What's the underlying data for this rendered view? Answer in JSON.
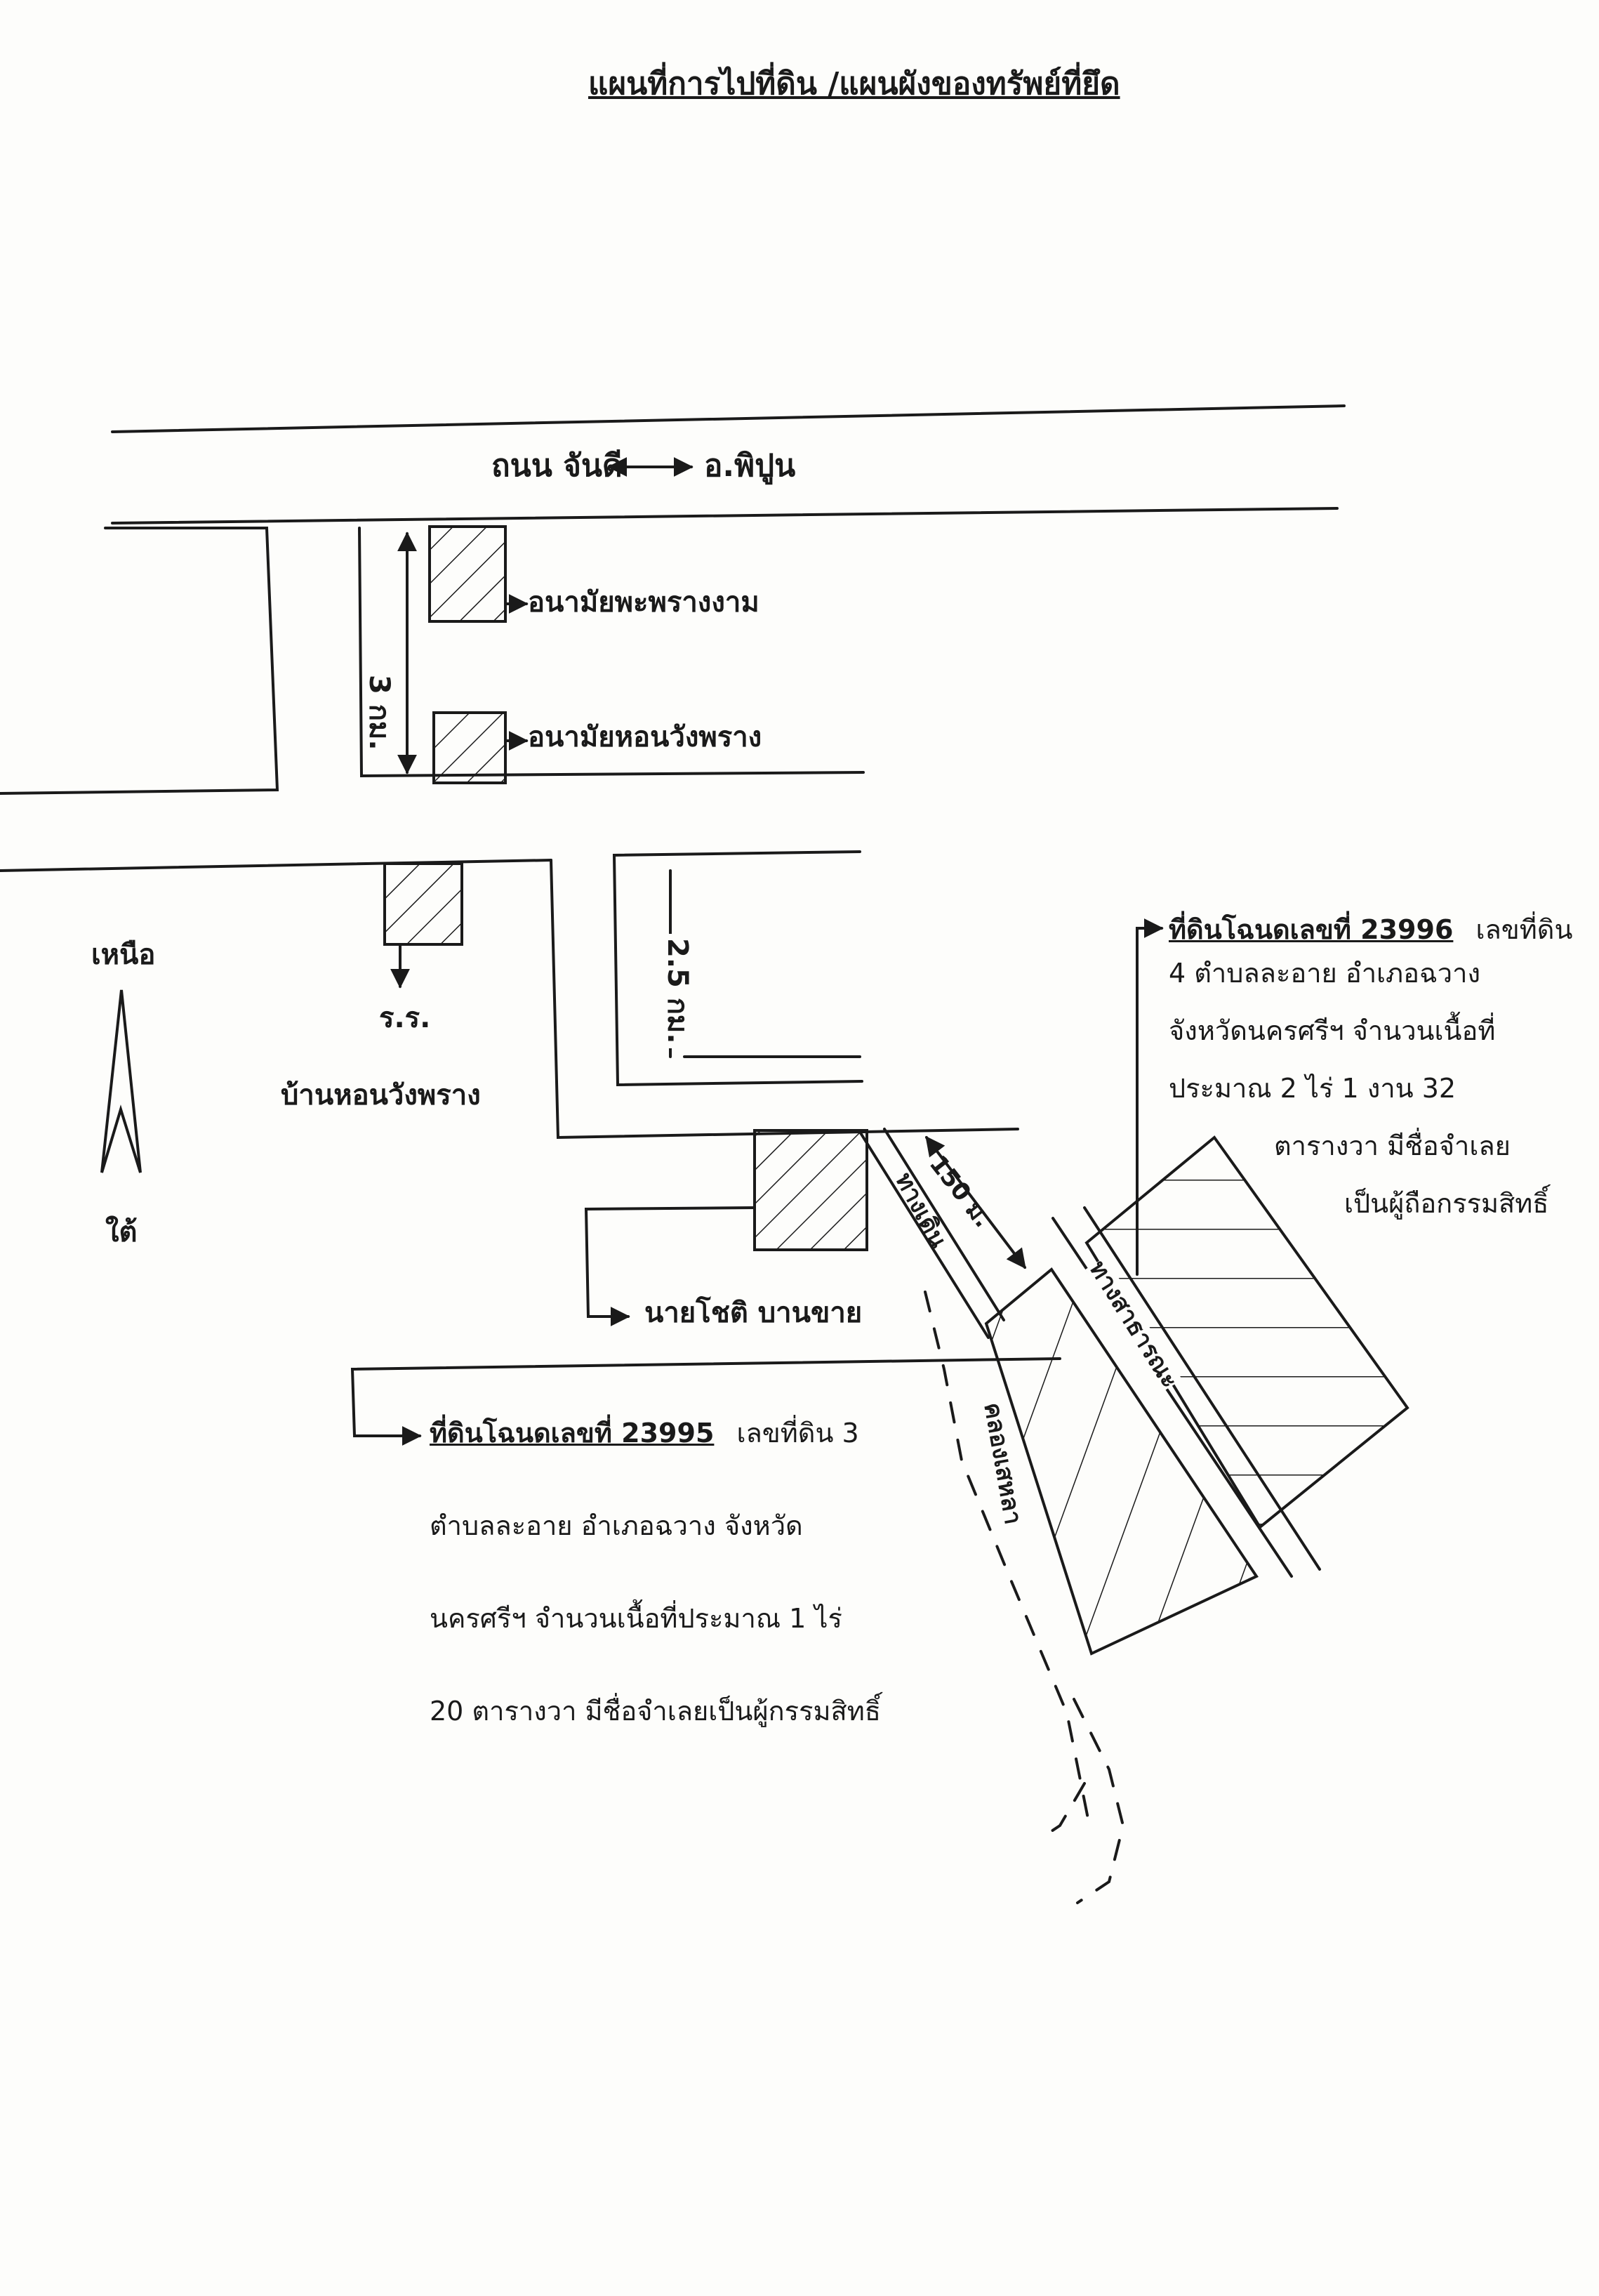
{
  "title": "แผนที่การไปที่ดิน  /แผนผังของทรัพย์ที่ยึด",
  "road": {
    "name": "ถนน  จันดี",
    "destination": "อ.พิปูน"
  },
  "compass": {
    "north": "เหนือ",
    "south": "ใต้"
  },
  "landmarks": {
    "school_1": "อนามัยพะพรางงาม",
    "school_2": "อนามัยหอนวังพราง",
    "dist_3km": "3 กม.",
    "dist_25km": "2.5 กม.",
    "rr": "ร.ร.",
    "village": "บ้านหอนวังพราง",
    "mr_chot": "นายโชติ   บานขาย",
    "dist_150m": "150 ม.",
    "canal_path": "ทางเดิน",
    "public_road": "ทางสาธารณะ",
    "canal": "คลองเสหลา"
  },
  "parcel_23996": {
    "heading": "ที่ดินโฉนดเลขที่  23996",
    "lines": [
      "เลขที่ดิน",
      "4  ตำบลละอาย  อำเภอฉวาง",
      "จังหวัดนครศรีฯ  จำนวนเนื้อที่",
      "ประมาณ  2  ไร่   1   งาน  32",
      "ตารางวา  มีชื่อจำเลย",
      "เป็นผู้ถือกรรมสิทธิ์"
    ]
  },
  "parcel_23995": {
    "heading": "ที่ดินโฉนดเลขที่  23995",
    "lines": [
      "เลขที่ดิน  3",
      "ตำบลละอาย  อำเภอฉวาง  จังหวัด",
      "นครศรีฯ  จำนวนเนื้อที่ประมาณ  1  ไร่",
      "20  ตารางวา  มีชื่อจำเลยเป็นผู้กรรมสิทธิ์"
    ]
  }
}
